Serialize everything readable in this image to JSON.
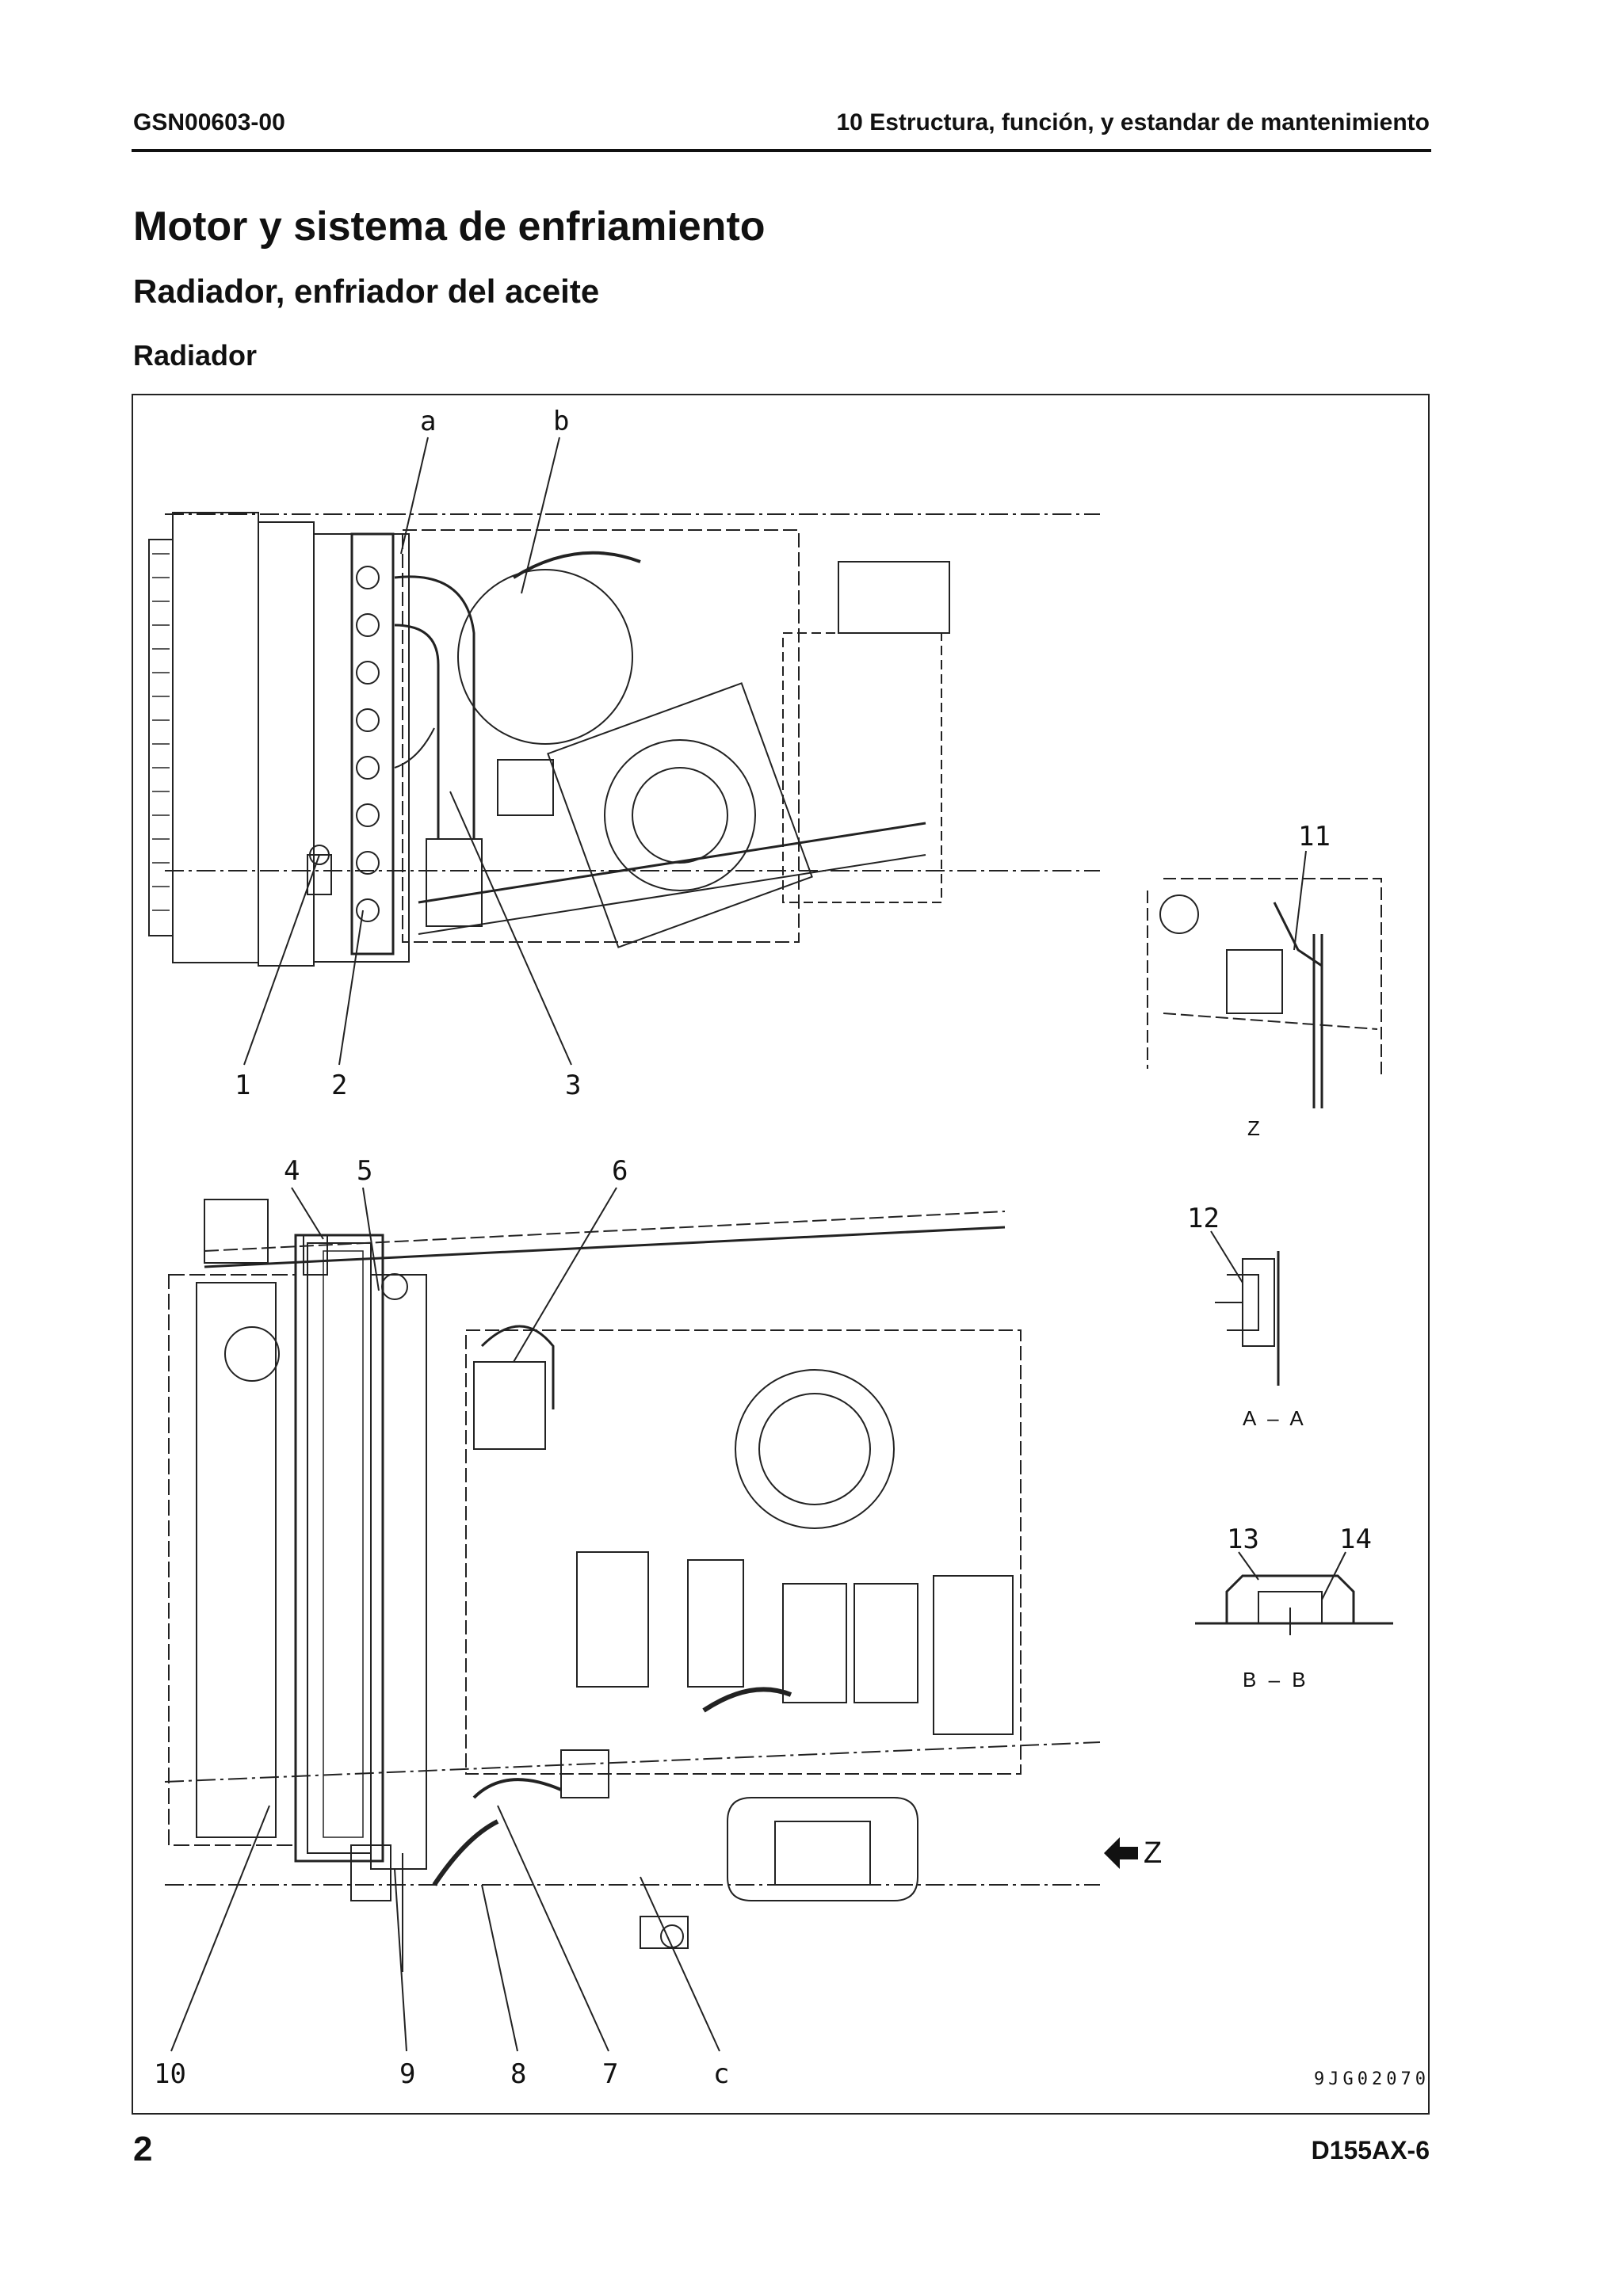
{
  "header": {
    "doc_code": "GSN00603-00",
    "section": "10 Estructura, función, y estandar de mantenimiento"
  },
  "title": "Motor y sistema de enfriamiento",
  "subtitle": "Radiador, enfriador del aceite",
  "subsubtitle": "Radiador",
  "figure": {
    "callouts": {
      "a": "a",
      "b": "b",
      "n1": "1",
      "n2": "2",
      "n3": "3",
      "n4": "4",
      "n5": "5",
      "n6": "6",
      "n7": "7",
      "n8": "8",
      "n9": "9",
      "n10": "10",
      "n11": "11",
      "n12": "12",
      "n13": "13",
      "n14": "14",
      "c": "c"
    },
    "view_labels": {
      "z": "Z",
      "aa": "A – A",
      "bb": "B – B",
      "arrow_z": "Z"
    },
    "figure_code": "9JG02070"
  },
  "footer": {
    "page_number": "2",
    "model": "D155AX-6"
  }
}
